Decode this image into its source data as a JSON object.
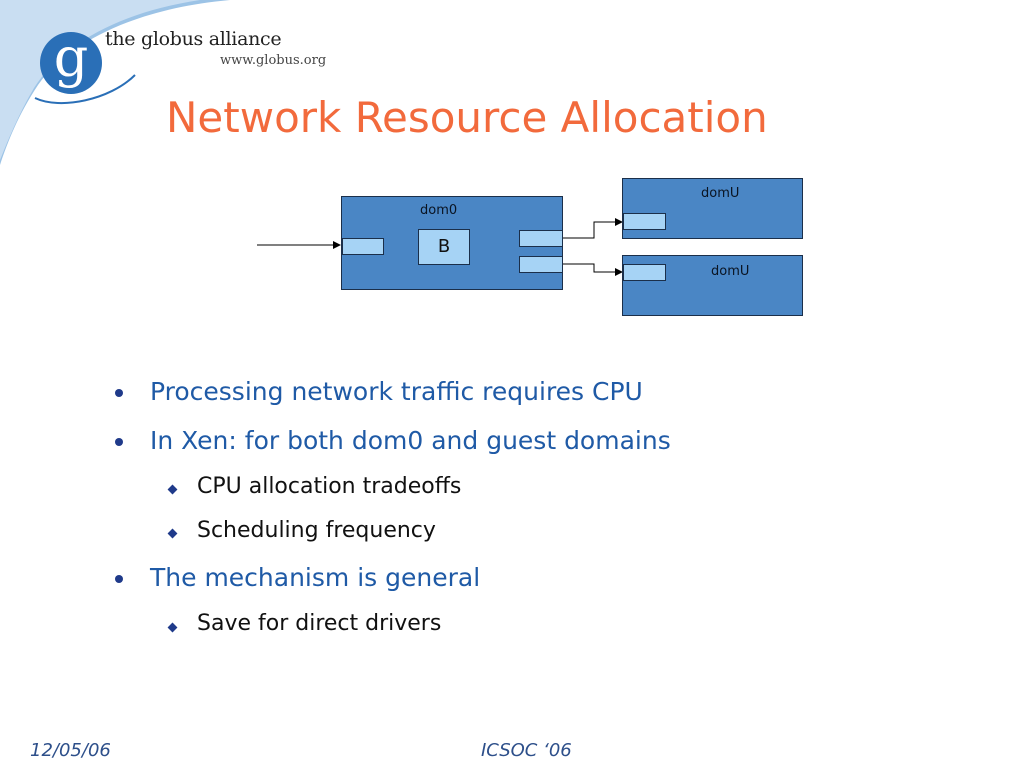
{
  "logo": {
    "glyph": "g",
    "name": "the globus alliance",
    "url": "www.globus.org"
  },
  "title": "Network Resource Allocation",
  "diagram": {
    "dom0_label": "dom0",
    "bridge_label": "B",
    "domU_top_label": "domU",
    "domU_bottom_label": "domU"
  },
  "bullets": {
    "b1": "Processing network traffic requires CPU",
    "b2": "In Xen: for both dom0 and guest domains",
    "b2_sub1": "CPU allocation tradeoffs",
    "b2_sub2": "Scheduling frequency",
    "b3": "The mechanism is general",
    "b3_sub1": "Save for direct drivers"
  },
  "footer": {
    "date": "12/05/06",
    "venue": "ICSOC ‘06"
  },
  "colors": {
    "title": "#f26a3c",
    "bullet_text": "#1f5aa6",
    "box_fill": "#4a86c5",
    "port_fill": "#a6d3f5",
    "logo_blue": "#2a6fb7"
  }
}
